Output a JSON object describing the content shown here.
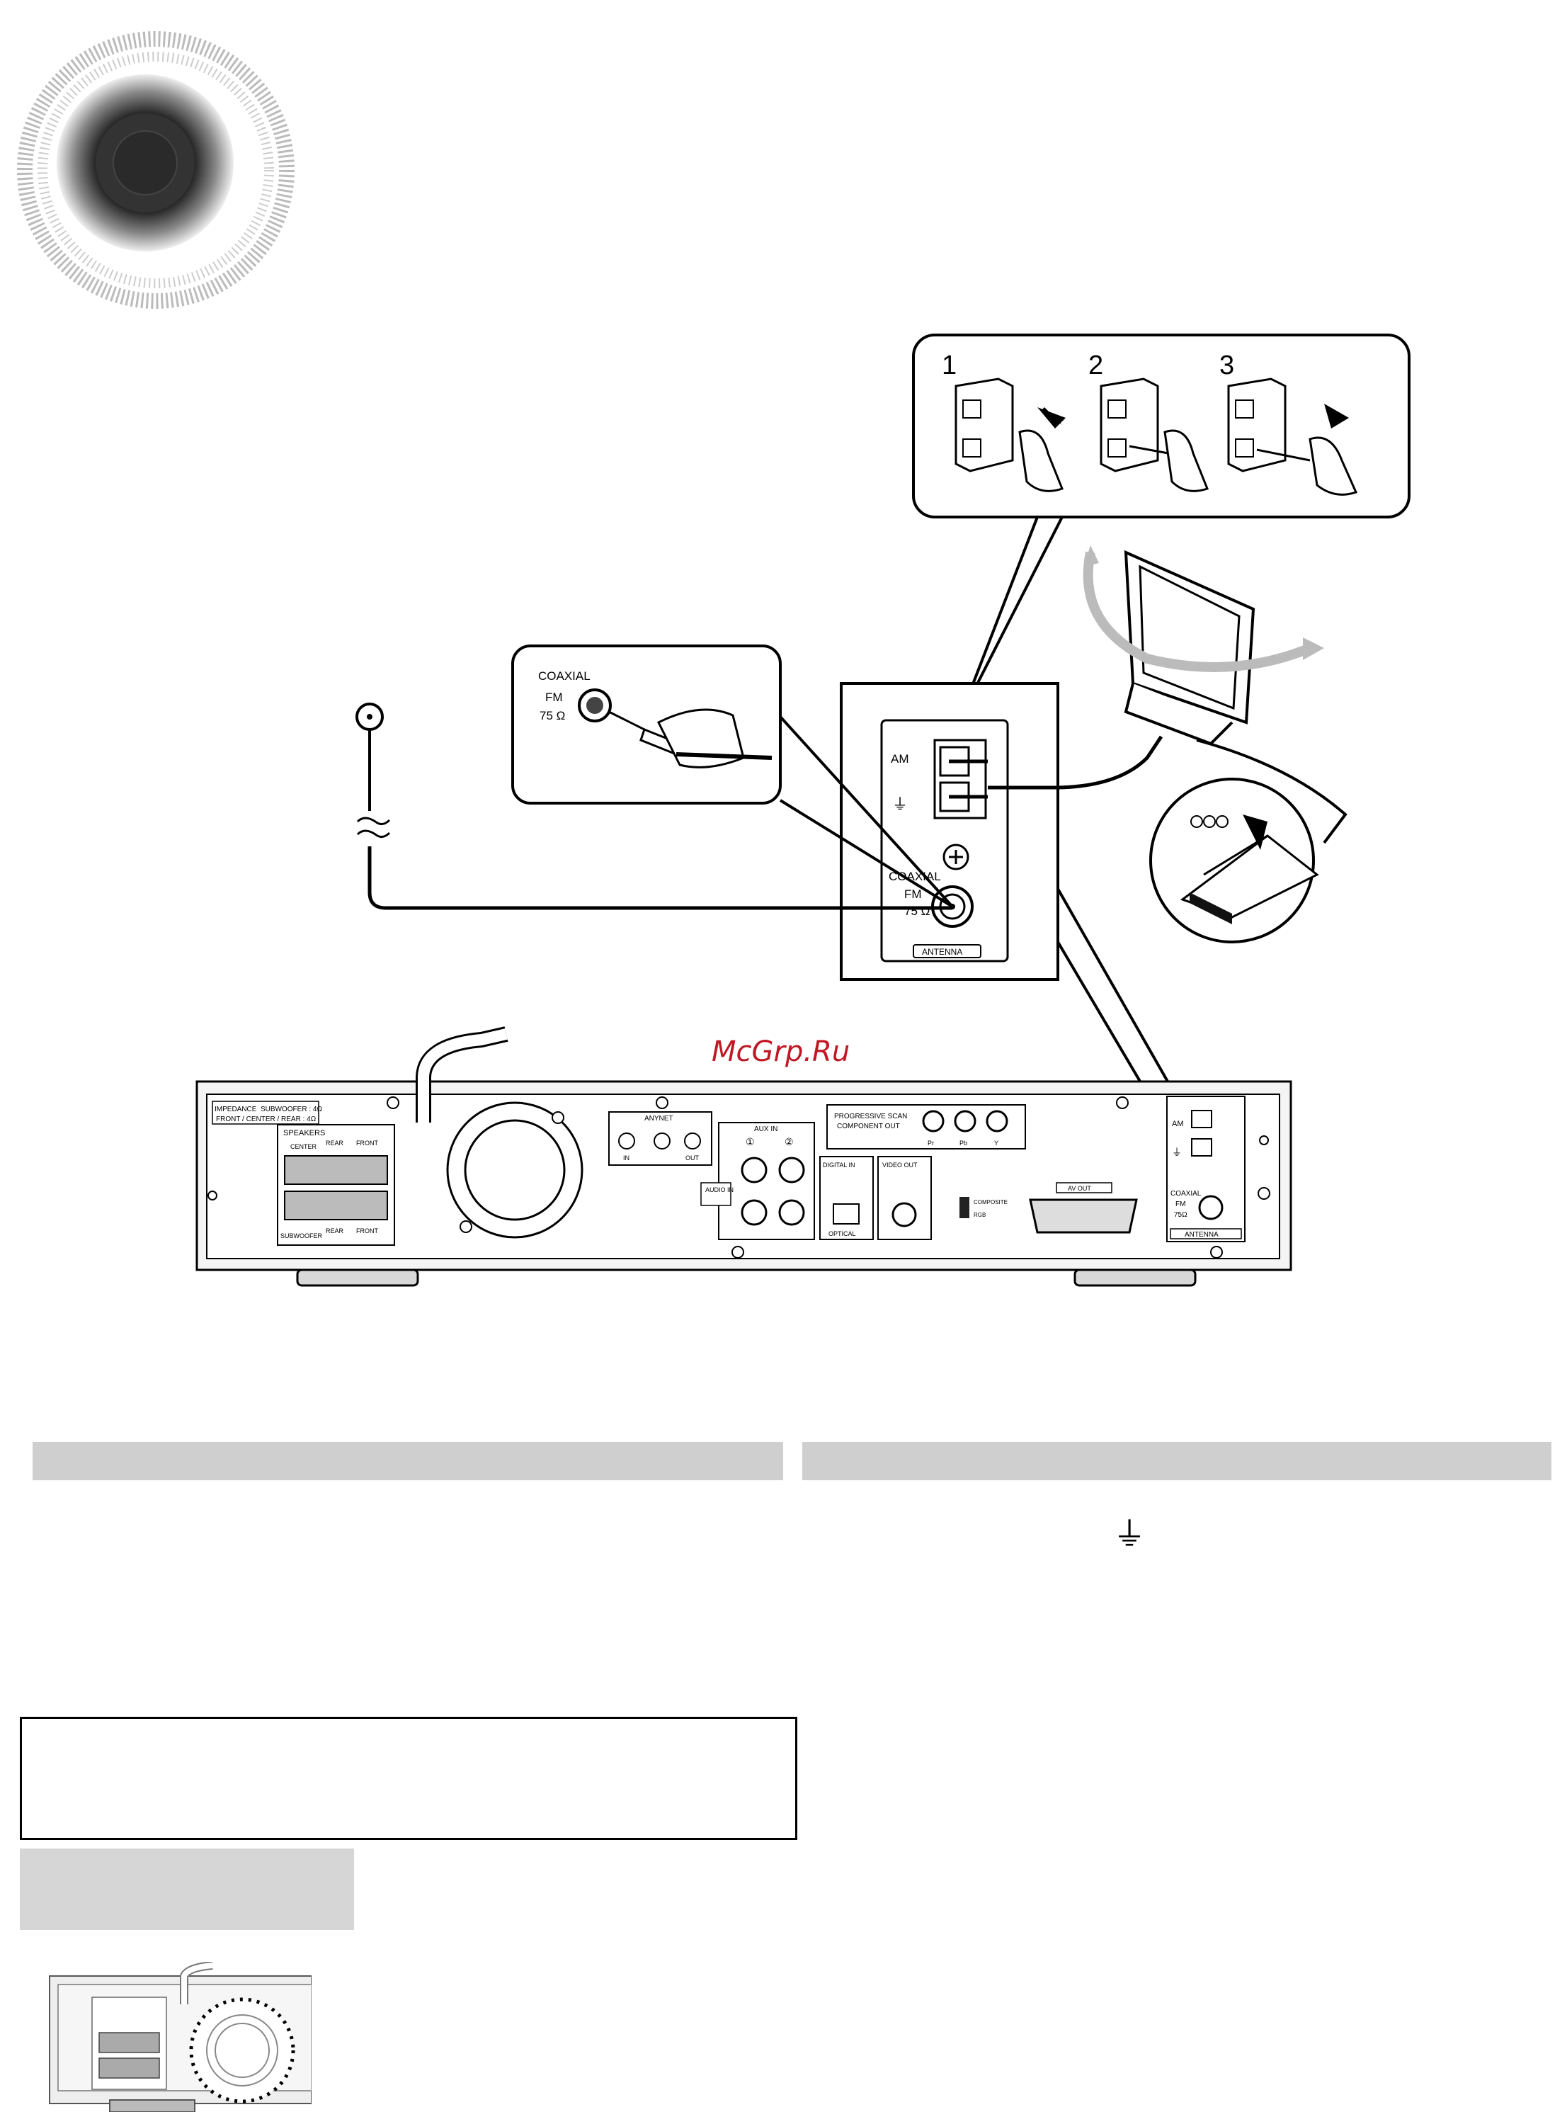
{
  "watermark": "McGrp.Ru",
  "steps": [
    "1",
    "2",
    "3"
  ],
  "coax_inset": {
    "coaxial": "COAXIAL",
    "fm": "FM",
    "ohm": "75 Ω"
  },
  "antenna_panel": {
    "am": "AM",
    "coaxial": "COAXIAL",
    "fm": "FM",
    "ohm": "75 Ω",
    "antenna": "ANTENNA"
  },
  "rear_panel": {
    "impedance": "IMPEDANCE",
    "impedance_sub": "SUBWOOFER : 4Ω",
    "impedance_front": "FRONT / CENTER / REAR : 4Ω",
    "speakers": "SPEAKERS",
    "center": "CENTER",
    "rear_l": "REAR",
    "front_l": "FRONT",
    "subwoofer": "SUBWOOFER",
    "rear_r": "REAR",
    "front_r": "FRONT",
    "anynet": "ANYNET",
    "anynet_in": "IN",
    "anynet_out": "OUT",
    "aux_in": "AUX IN",
    "aux_1": "①",
    "aux_2": "②",
    "audio_in": "AUDIO IN",
    "progressive": "PROGRESSIVE SCAN",
    "component_out": "COMPONENT OUT",
    "pr": "Pr",
    "pb": "Pb",
    "y": "Y",
    "digital_in": "DIGITAL IN",
    "optical": "OPTICAL",
    "video_out": "VIDEO OUT",
    "composite": "COMPOSITE",
    "rgb": "RGB",
    "av_out": "AV OUT",
    "am": "AM",
    "coaxial": "COAXIAL",
    "fm": "FM",
    "ohm": "75Ω",
    "antenna": "ANTENNA"
  },
  "ground_symbol": "⏚",
  "colors": {
    "header_bar": "#cfcfcf",
    "gray_box": "#d6d6d6",
    "watermark": "#c01825"
  }
}
